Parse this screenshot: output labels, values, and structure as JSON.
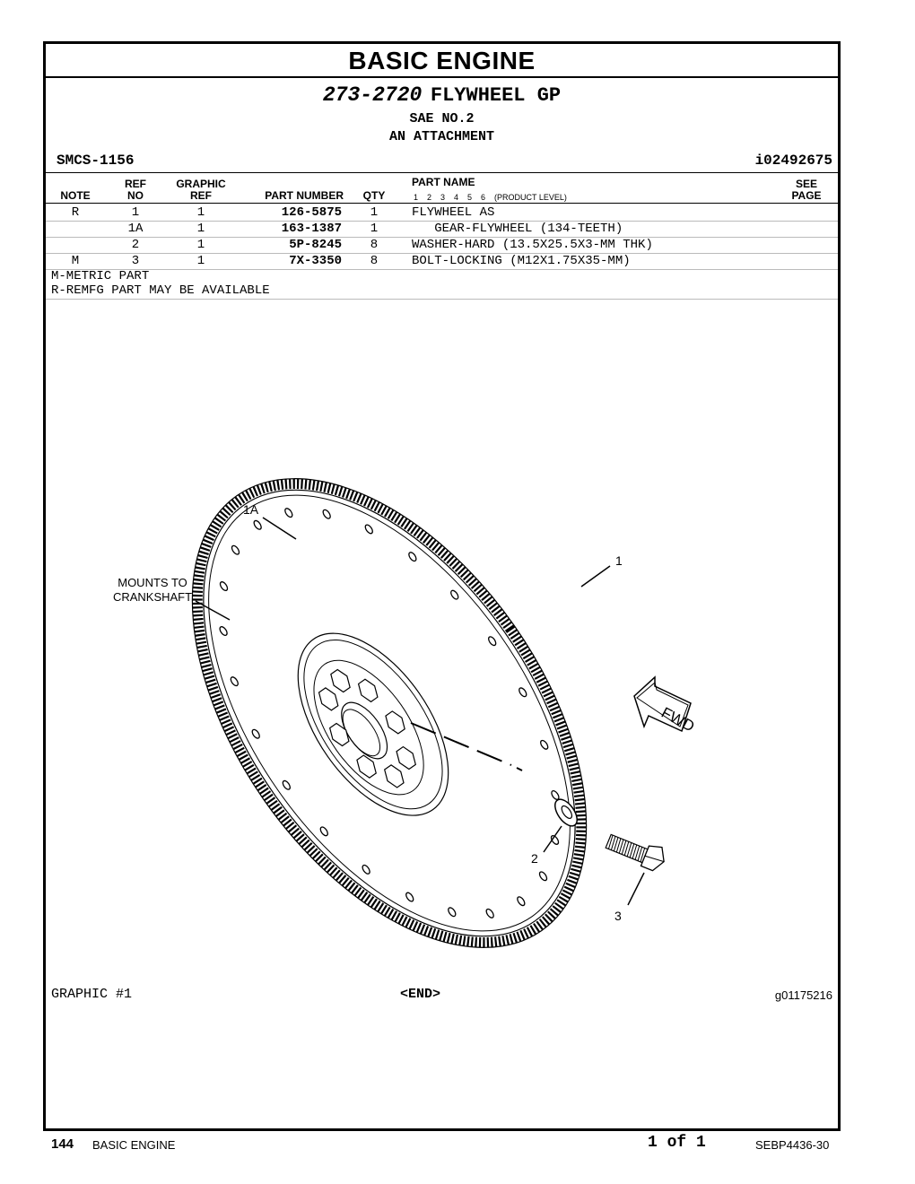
{
  "section_title": "BASIC ENGINE",
  "group": {
    "number": "273-2720",
    "name": "FLYWHEEL GP",
    "sub1": "SAE NO.2",
    "sub2": "AN ATTACHMENT"
  },
  "smcs": "SMCS-1156",
  "illustration_id": "i02492675",
  "table": {
    "headers": {
      "note": "NOTE",
      "ref_top": "REF",
      "ref_bottom": "NO",
      "graphic_top": "GRAPHIC",
      "graphic_bottom": "REF",
      "part_number": "PART NUMBER",
      "qty": "QTY",
      "part_name": "PART NAME",
      "levels": "1    2    3    4    5    6    (PRODUCT LEVEL)",
      "see_top": "SEE",
      "see_bottom": "PAGE"
    },
    "rows": [
      {
        "note": "R",
        "ref": "1",
        "graphic": "1",
        "part_number": "126-5875",
        "qty": "1",
        "name": "FLYWHEEL AS"
      },
      {
        "note": "",
        "ref": "1A",
        "graphic": "1",
        "part_number": "163-1387",
        "qty": "1",
        "name": "   GEAR-FLYWHEEL (134-TEETH)"
      },
      {
        "note": "",
        "ref": "2",
        "graphic": "1",
        "part_number": "5P-8245",
        "qty": "8",
        "name": "WASHER-HARD (13.5X25.5X3-MM THK)"
      },
      {
        "note": "M",
        "ref": "3",
        "graphic": "1",
        "part_number": "7X-3350",
        "qty": "8",
        "name": "BOLT-LOCKING (M12X1.75X35-MM)"
      }
    ]
  },
  "notes": [
    "M-METRIC PART",
    "R-REMFG PART MAY BE AVAILABLE"
  ],
  "illustration": {
    "callouts": {
      "c1a": "1A",
      "c1": "1",
      "c2": "2",
      "c3": "3"
    },
    "mount_line1": "MOUNTS TO",
    "mount_line2": "CRANKSHAFT",
    "fwd": "FWD"
  },
  "footer": {
    "graphic_label": "GRAPHIC #1",
    "end": "<END>",
    "graphic_id": "g01175216"
  },
  "page_footer": {
    "page_number": "144",
    "section": "BASIC ENGINE",
    "page_of": "1 of 1",
    "doc_number": "SEBP4436-30"
  }
}
